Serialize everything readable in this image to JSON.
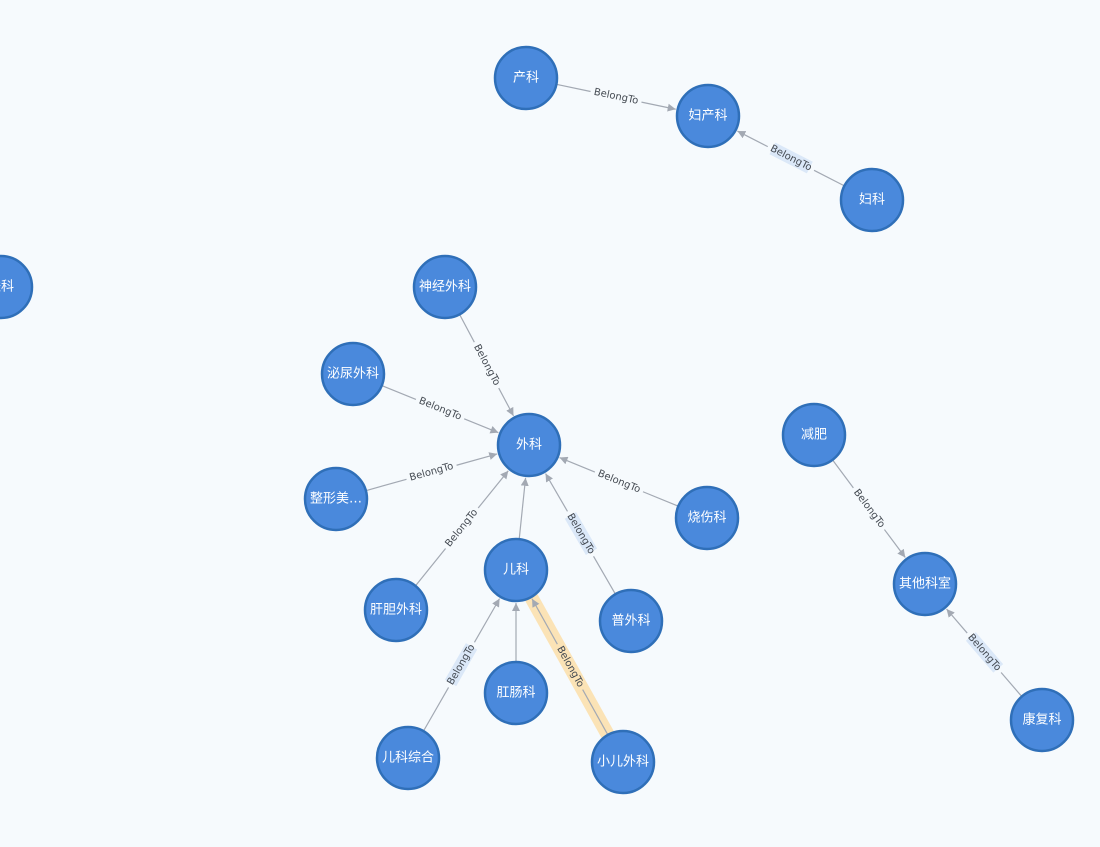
{
  "colors": {
    "background": "#f6fafd",
    "node_fill": "#4a89dc",
    "node_stroke": "#2f6fb8",
    "edge": "#a3a9b3",
    "edge_highlight": "#fbe3b6",
    "edge_label_bg": "#dbe8f8"
  },
  "graph": {
    "nodes": [
      {
        "id": "chanke",
        "label": "产科"
      },
      {
        "id": "fuchanke",
        "label": "妇产科"
      },
      {
        "id": "fuke",
        "label": "妇科"
      },
      {
        "id": "partial",
        "label": "肤科"
      },
      {
        "id": "shenjing",
        "label": "神经外科"
      },
      {
        "id": "miniao",
        "label": "泌尿外科"
      },
      {
        "id": "waike",
        "label": "外科"
      },
      {
        "id": "zhengxing",
        "label": "整形美…"
      },
      {
        "id": "shaoshang",
        "label": "烧伤科"
      },
      {
        "id": "erke",
        "label": "儿科"
      },
      {
        "id": "gandan",
        "label": "肝胆外科"
      },
      {
        "id": "puwai",
        "label": "普外科"
      },
      {
        "id": "gangchang",
        "label": "肛肠科"
      },
      {
        "id": "erkezonghe",
        "label": "儿科综合"
      },
      {
        "id": "xiaoer",
        "label": "小儿外科"
      },
      {
        "id": "jianfei",
        "label": "减肥"
      },
      {
        "id": "qita",
        "label": "其他科室"
      },
      {
        "id": "kangfu",
        "label": "康复科"
      }
    ],
    "edges": [
      {
        "from": "chanke",
        "to": "fuchanke",
        "label": "BelongTo",
        "label_bg": false
      },
      {
        "from": "fuke",
        "to": "fuchanke",
        "label": "BelongTo",
        "label_bg": true
      },
      {
        "from": "shenjing",
        "to": "waike",
        "label": "BelongTo",
        "label_bg": false
      },
      {
        "from": "miniao",
        "to": "waike",
        "label": "BelongTo",
        "label_bg": false
      },
      {
        "from": "zhengxing",
        "to": "waike",
        "label": "BelongTo",
        "label_bg": false
      },
      {
        "from": "shaoshang",
        "to": "waike",
        "label": "BelongTo",
        "label_bg": false
      },
      {
        "from": "gandan",
        "to": "waike",
        "label": "BelongTo",
        "label_bg": false
      },
      {
        "from": "puwai",
        "to": "waike",
        "label": "BelongTo",
        "label_bg": true
      },
      {
        "from": "erke",
        "to": "waike",
        "label": "",
        "label_bg": false
      },
      {
        "from": "gangchang",
        "to": "erke",
        "label": "",
        "label_bg": false
      },
      {
        "from": "erkezonghe",
        "to": "erke",
        "label": "BelongTo",
        "label_bg": true
      },
      {
        "from": "xiaoer",
        "to": "erke",
        "label": "BelongTo",
        "label_bg": false,
        "highlighted": true
      },
      {
        "from": "jianfei",
        "to": "qita",
        "label": "BelongTo",
        "label_bg": false
      },
      {
        "from": "kangfu",
        "to": "qita",
        "label": "BelongTo",
        "label_bg": true
      }
    ]
  }
}
